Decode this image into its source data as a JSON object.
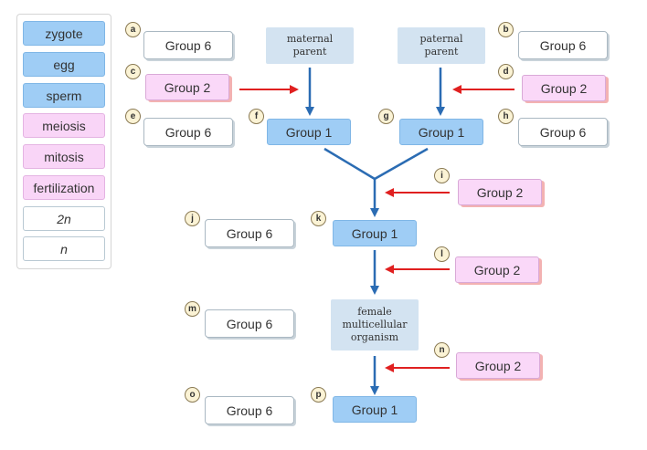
{
  "palette": [
    {
      "label": "zygote",
      "color": "blue"
    },
    {
      "label": "egg",
      "color": "blue"
    },
    {
      "label": "sperm",
      "color": "blue"
    },
    {
      "label": "meiosis",
      "color": "pink"
    },
    {
      "label": "mitosis",
      "color": "pink"
    },
    {
      "label": "fertilization",
      "color": "pink"
    },
    {
      "label": "2n",
      "color": "white"
    },
    {
      "label": "n",
      "color": "white"
    }
  ],
  "badges": {
    "a": "a",
    "b": "b",
    "c": "c",
    "d": "d",
    "e": "e",
    "f": "f",
    "g": "g",
    "h": "h",
    "i": "i",
    "j": "j",
    "k": "k",
    "l": "l",
    "m": "m",
    "n": "n",
    "o": "o",
    "p": "p"
  },
  "groups": {
    "g1": "Group 1",
    "g2": "Group 2",
    "g6": "Group 6"
  },
  "nodes": {
    "maternal_line1": "maternal",
    "maternal_line2": "parent",
    "paternal_line1": "paternal",
    "paternal_line2": "parent",
    "female_line1": "female",
    "female_line2": "multicellular",
    "female_line3": "organism"
  },
  "colors": {
    "flow_arrow": "#2b6cb3",
    "input_arrow": "#e02020",
    "blue_tile": "#9fcdf5",
    "pink_tile": "#f9d5f7",
    "node_fill": "#d3e3f1"
  }
}
